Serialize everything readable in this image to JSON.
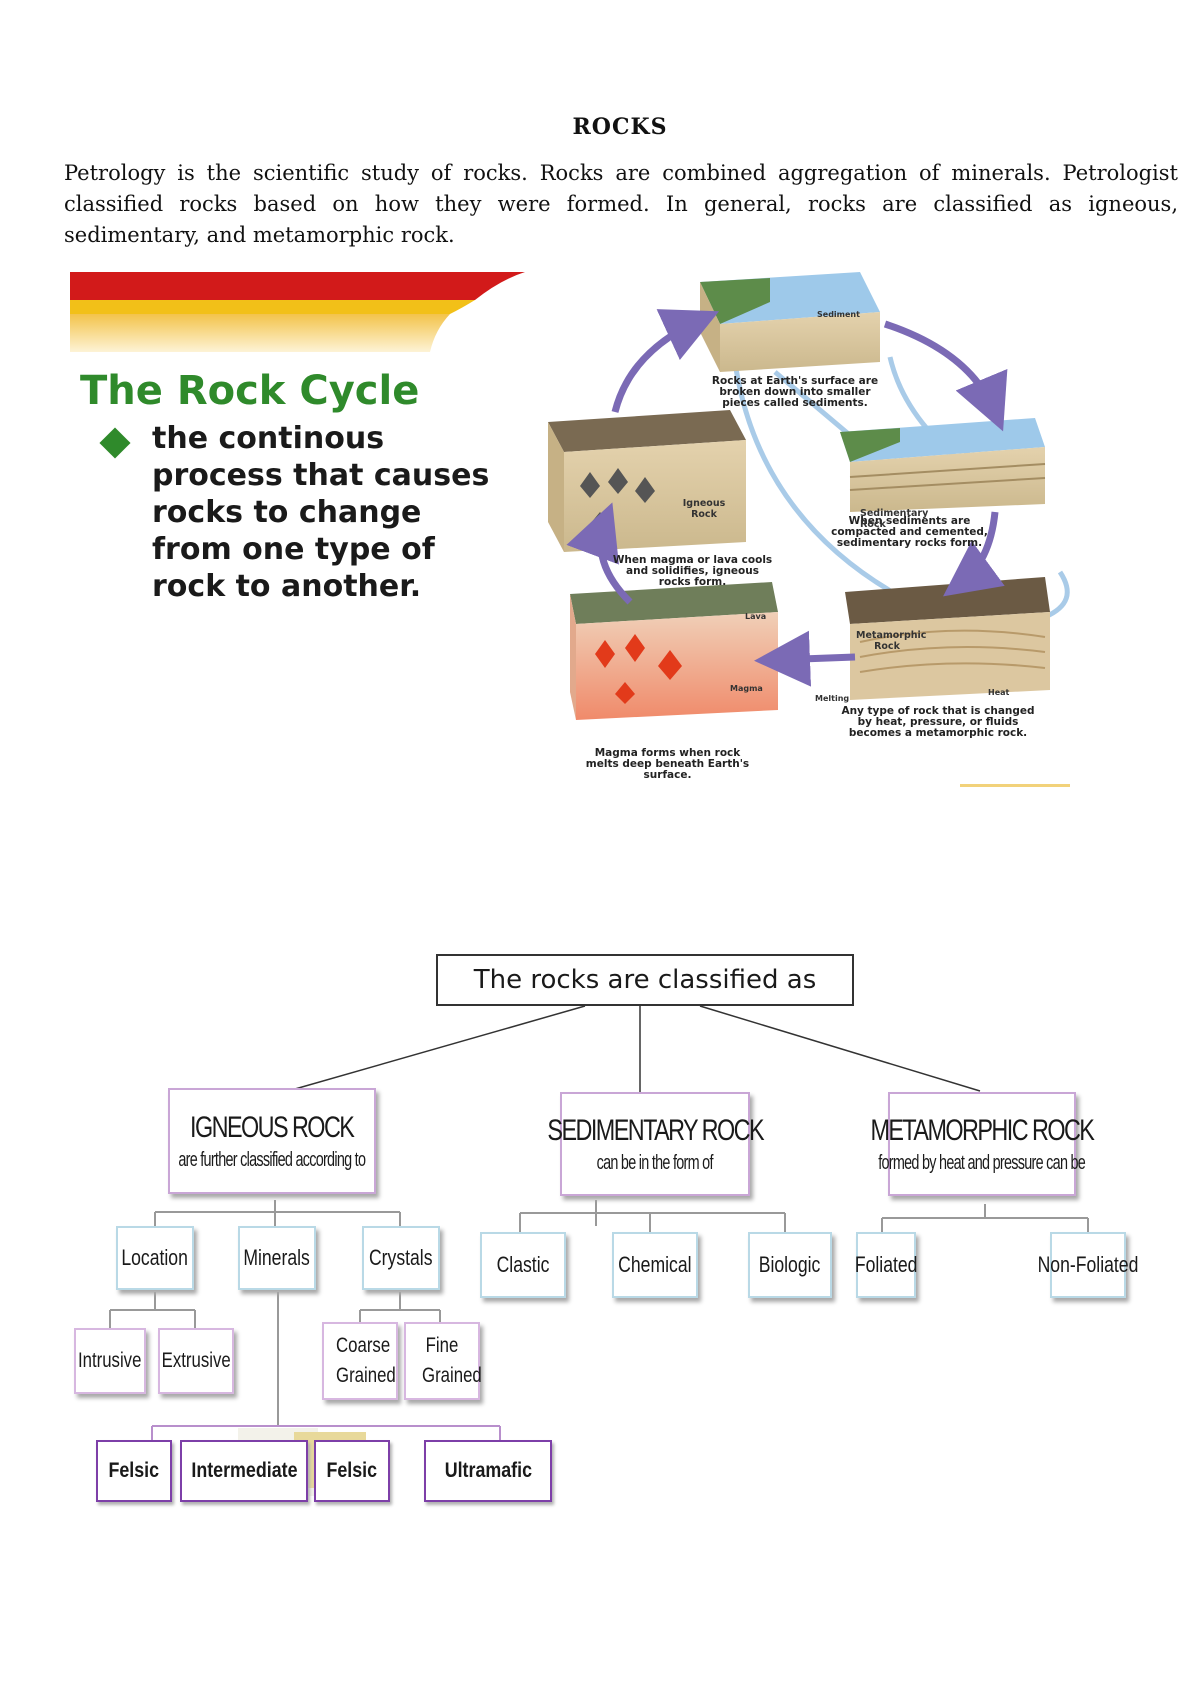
{
  "document": {
    "title": "ROCKS",
    "intro": "Petrology is the scientific study of rocks. Rocks are combined aggregation of minerals. Petrologist classified rocks based on how they were formed. In general, rocks are classified as igneous, sedimentary, and metamorphic rock."
  },
  "rock_cycle_slide": {
    "title": "The Rock Cycle",
    "bullet": "the continous process that causes rocks to change from one type of rock to another.",
    "stages": {
      "top": "Rocks at Earth's surface are broken down into smaller pieces called sediments.",
      "left": "When magma or lava cools and solidifies, igneous rocks form.",
      "right": "When sediments are compacted and cemented, sedimentary rocks form.",
      "bottom_left": "Magma forms when rock melts deep beneath Earth's surface.",
      "bottom_right": "Any type of rock that is changed by heat, pressure, or fluids becomes a metamorphic rock."
    },
    "tags": {
      "sediment": "Sediment",
      "igneous": "Igneous Rock",
      "sedimentary": "Sedimentary Rock",
      "metamorphic": "Metamorphic Rock",
      "lava": "Lava",
      "magma": "Magma",
      "melting": "Melting",
      "heat": "Heat"
    },
    "colors": {
      "banner_red": "#d21a1a",
      "banner_yellow": "#f2c018",
      "title_green": "#2f8a2b",
      "arrow_purple": "#7b6ab5",
      "arrow_blue": "#a9cbe8"
    }
  },
  "classification": {
    "root": "The rocks are classified as",
    "igneous": {
      "title": "IGNEOUS ROCK",
      "subtitle": "are further classified according to",
      "criteria": [
        "Location",
        "Minerals",
        "Crystals"
      ],
      "location_types": [
        "Intrusive",
        "Extrusive"
      ],
      "crystal_types": [
        "Coarse Grained",
        "Fine Grained"
      ],
      "mineral_types": [
        "Felsic",
        "Intermediate",
        "Felsic",
        "Ultramafic"
      ]
    },
    "sedimentary": {
      "title": "SEDIMENTARY ROCK",
      "subtitle": "can be in the form of",
      "forms": [
        "Clastic",
        "Chemical",
        "Biologic"
      ]
    },
    "metamorphic": {
      "title": "METAMORPHIC ROCK",
      "subtitle": "formed by heat and pressure can be",
      "types": [
        "Foliated",
        "Non-Foliated"
      ]
    }
  }
}
